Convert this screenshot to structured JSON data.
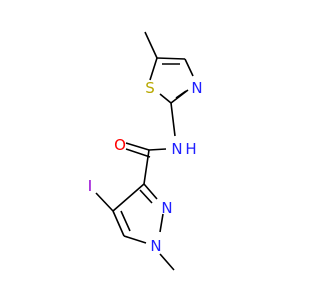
{
  "molecule": {
    "atoms": {
      "S": {
        "label": "S",
        "color": "#b8a800"
      },
      "N_thiazole": {
        "label": "N",
        "color": "#2020ff"
      },
      "NH": {
        "label": "N",
        "color": "#2020ff"
      },
      "H": {
        "label": "H",
        "color": "#2020ff"
      },
      "O": {
        "label": "O",
        "color": "#ff0000"
      },
      "I": {
        "label": "I",
        "color": "#9400d3"
      },
      "N_pyrazole_2": {
        "label": "N",
        "color": "#2020ff"
      },
      "N_pyrazole_1": {
        "label": "N",
        "color": "#2020ff"
      }
    },
    "bond_color": "#000000"
  }
}
